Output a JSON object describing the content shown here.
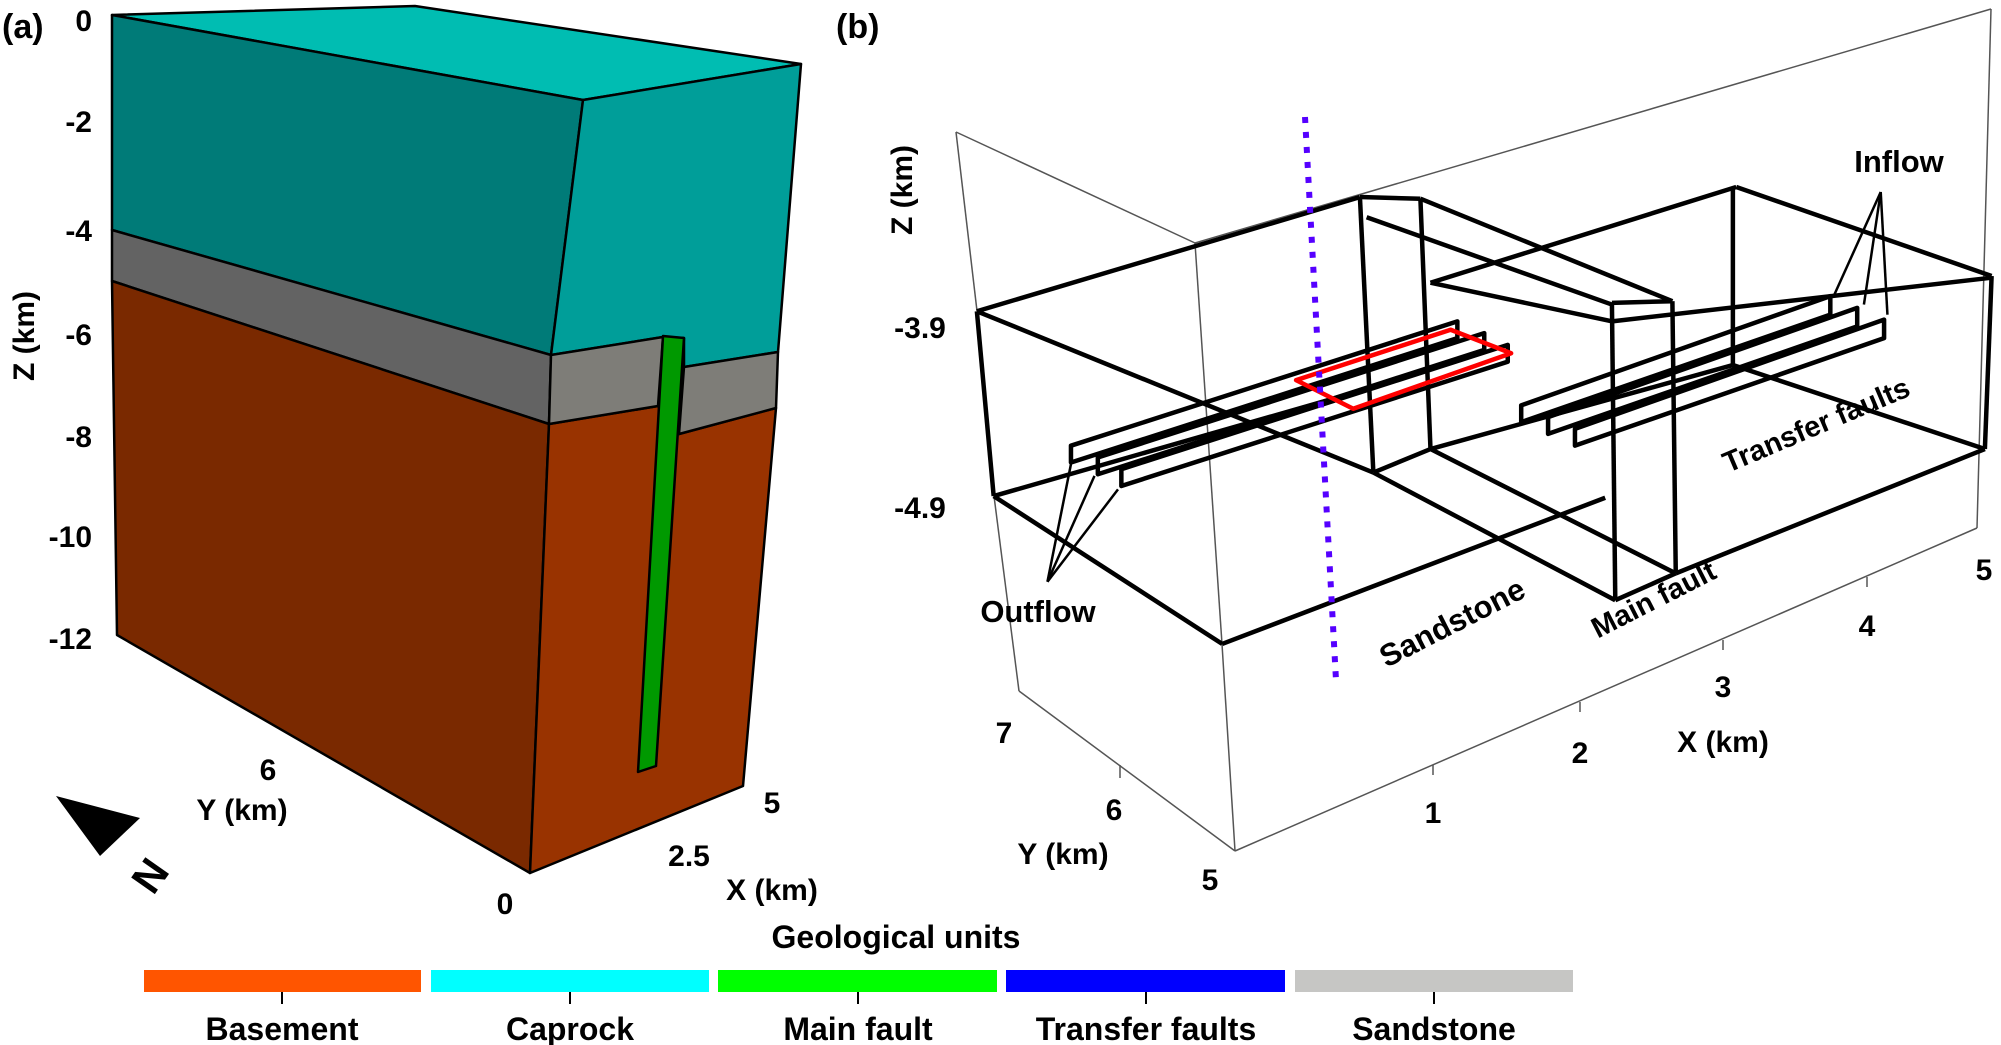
{
  "panel_a": {
    "label": "(a)",
    "z_axis": {
      "title": "Z (km)",
      "ticks": [
        "0",
        "-2",
        "-4",
        "-6",
        "-8",
        "-10",
        "-12"
      ]
    },
    "y_axis": {
      "title": "Y (km)",
      "ticks": [
        "6"
      ]
    },
    "x_axis": {
      "title": "X (km)",
      "ticks": [
        "0",
        "2.5",
        "5"
      ]
    },
    "north_label": "N",
    "colors": {
      "top": "#00bdb2",
      "caprock_front": "#007b78",
      "caprock_side": "#009e99",
      "sandstone_front": "#636363",
      "sandstone_side": "#7e7d78",
      "basement_front": "#7a2900",
      "basement_side": "#993300",
      "main_fault": "#009900"
    }
  },
  "panel_b": {
    "label": "(b)",
    "z_axis": {
      "title": "Z (km)",
      "ticks": [
        "-3.9",
        "-4.9"
      ]
    },
    "x_axis": {
      "title": "X (km)",
      "ticks": [
        "1",
        "2",
        "3",
        "4",
        "5"
      ]
    },
    "y_axis": {
      "title": "Y (km)",
      "ticks": [
        "7",
        "6",
        "5"
      ]
    },
    "annotations": {
      "outflow": "Outflow",
      "inflow": "Inflow",
      "sandstone": "Sandstone",
      "main_fault": "Main fault",
      "transfer_faults": "Transfer faults"
    },
    "colors": {
      "section_line": "#5500ff",
      "highlight": "#ff0000"
    }
  },
  "legend": {
    "title": "Geological units",
    "items": [
      {
        "label": "Basement",
        "color": "#ff5500"
      },
      {
        "label": "Caprock",
        "color": "#00ffff"
      },
      {
        "label": "Main fault",
        "color": "#00ff00"
      },
      {
        "label": "Transfer faults",
        "color": "#0000ff"
      },
      {
        "label": "Sandstone",
        "color": "#c6c6c4"
      }
    ]
  }
}
